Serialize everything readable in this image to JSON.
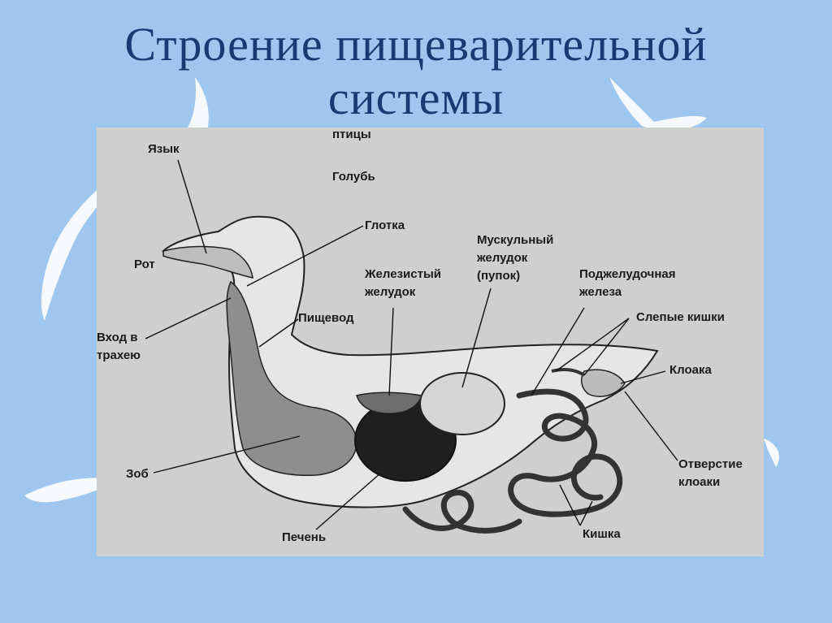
{
  "slide": {
    "title_line1": "Строение пищеварительной",
    "title_line2": "системы",
    "background_color": "#9ec6ef",
    "title_color": "#173a73"
  },
  "diagram": {
    "caption_top": "птицы",
    "subtitle": "Голубь",
    "labels": {
      "tongue": "Язык",
      "mouth": "Рот",
      "trachea_entrance_1": "Вход в",
      "trachea_entrance_2": "трахею",
      "pharynx": "Глотка",
      "esophagus": "Пищевод",
      "glandular_stomach_1": "Железистый",
      "glandular_stomach_2": "желудок",
      "muscular_stomach_1": "Мускульный",
      "muscular_stomach_2": "желудок",
      "muscular_stomach_3": "(пупок)",
      "pancreas_1": "Поджелудочная",
      "pancreas_2": "железа",
      "caeca": "Слепые кишки",
      "cloaca": "Клоака",
      "cloaca_opening_1": "Отверстие",
      "cloaca_opening_2": "клоаки",
      "crop": "Зоб",
      "liver": "Печень",
      "intestine": "Кишка"
    },
    "panel_color": "#cfcfcf"
  }
}
